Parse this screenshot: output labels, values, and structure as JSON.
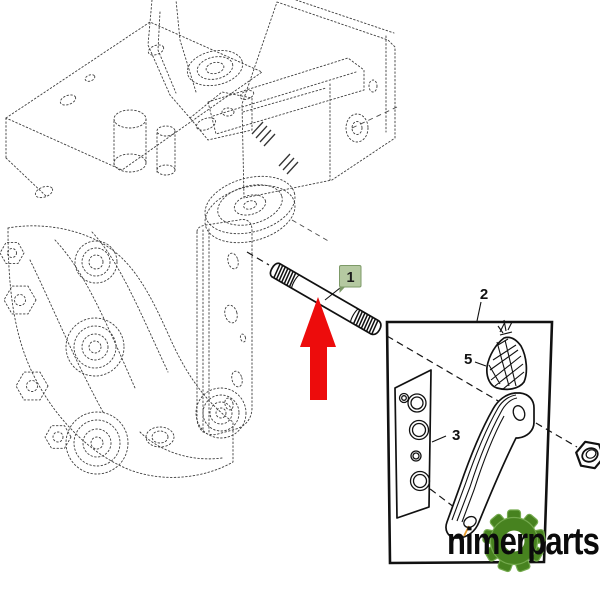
{
  "diagram": {
    "callouts": {
      "part1": {
        "label": "1",
        "highlighted": true
      },
      "part2": {
        "label": "2"
      },
      "part3": {
        "label": "3"
      },
      "part5": {
        "label": "5"
      }
    }
  },
  "watermark": {
    "text": "nimerparts"
  },
  "colors": {
    "highlight_bg": "#b5c9a1",
    "highlight_border": "#7d9a68",
    "arrow_red": "#ed0c0c",
    "gear_green": "#47821f",
    "gear_edge": "#74aa4e",
    "accent_orange": "#e89b2d",
    "line_dark": "#141414",
    "sketch_gray": "#3d3d3d"
  }
}
